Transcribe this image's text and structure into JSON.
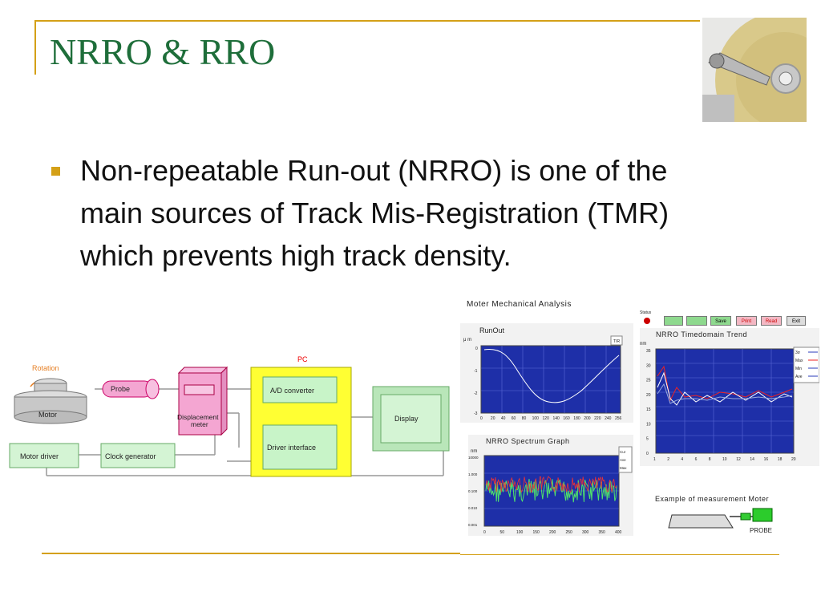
{
  "slide": {
    "title": "NRRO & RRO",
    "bullet": "Non-repeatable Run-out (NRRO) is one of the main sources of Track Mis-Registration (TMR) which prevents high track density.",
    "accent_color": "#d4a017",
    "title_color": "#1e6e3a"
  },
  "diagram": {
    "rotation": "Rotation",
    "motor": "Motor",
    "probe": "Probe",
    "displacement_meter": [
      "Displacement",
      "meter"
    ],
    "pc": "PC",
    "ad_converter": "A/D converter",
    "driver_interface": "Driver interface",
    "display": "Display",
    "motor_driver": "Motor driver",
    "clock_generator": "Clock generator"
  },
  "analysis": {
    "title": "Moter Mechanical Analysis",
    "status": "Status",
    "buttons": [
      "",
      "",
      "Save",
      "Print",
      "Read",
      "Exit"
    ],
    "runout": {
      "title": "RunOut",
      "unit": "μ m",
      "legend": "TIR",
      "yticks": [
        "0",
        "-1",
        "-2",
        "-3"
      ],
      "xticks": [
        "0",
        "20",
        "40",
        "60",
        "80",
        "100",
        "120",
        "140",
        "160",
        "180",
        "200",
        "220",
        "240",
        "256"
      ]
    },
    "trend": {
      "title": "NRRO Timedomain Trend",
      "unit": "nm",
      "legend": [
        "3σ",
        "Max",
        "Min",
        "Ave"
      ],
      "yticks": [
        "35",
        "30",
        "25",
        "20",
        "15",
        "10",
        "5",
        "0"
      ],
      "xticks": [
        "1",
        "2",
        "4",
        "6",
        "8",
        "10",
        "12",
        "14",
        "16",
        "18",
        "20"
      ]
    },
    "spectrum": {
      "title": "NRRO Spectrum Graph",
      "unit": "nm",
      "legend": [
        "Cur",
        "Ave",
        "Max"
      ],
      "yticks": [
        "10000",
        "1.000",
        "0.100",
        "0.010",
        "0.001"
      ],
      "xticks": [
        "0",
        "50",
        "100",
        "150",
        "200",
        "250",
        "300",
        "350",
        "400"
      ]
    },
    "example": {
      "title": "Example of measurement Moter",
      "probe": "PROBE"
    }
  }
}
